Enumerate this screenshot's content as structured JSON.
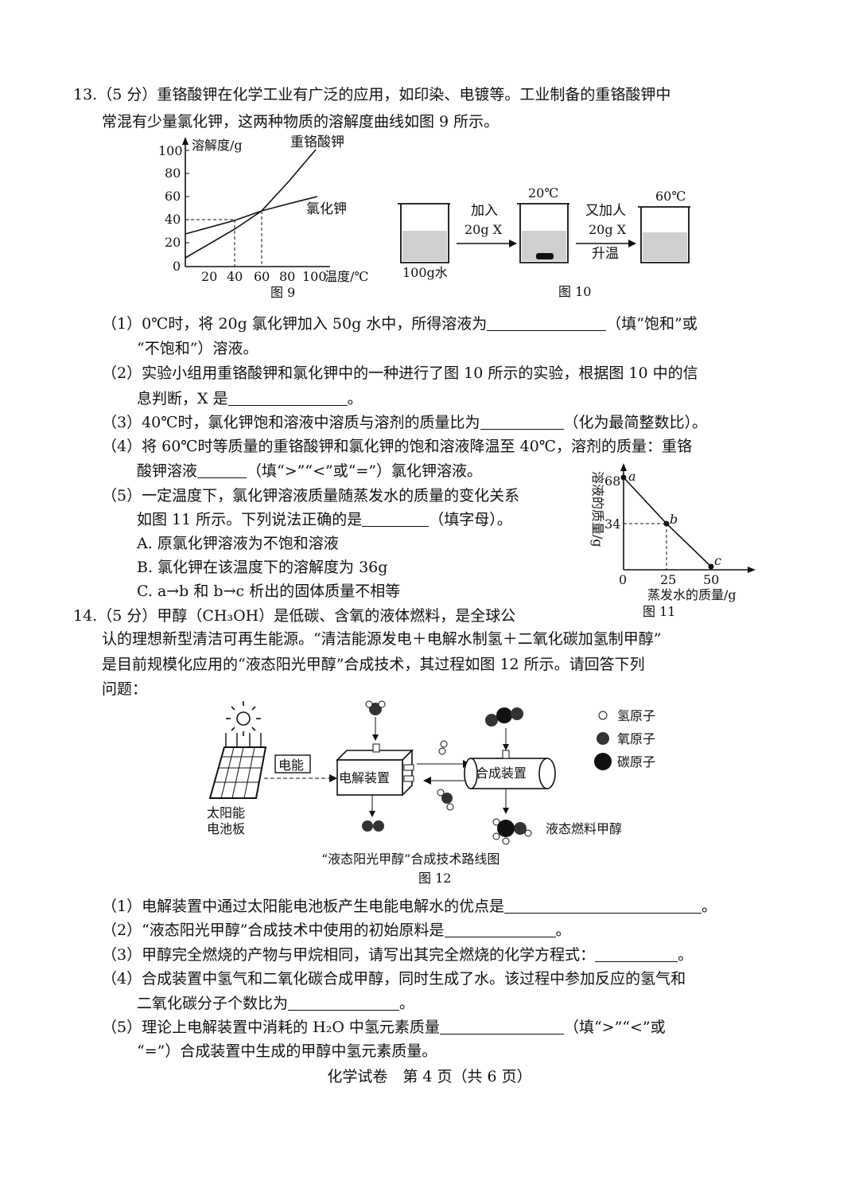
{
  "q13": {
    "stem1": "13.（5 分）重铬酸钾在化学工业有广泛的应用，如印染、电镀等。工业制备的重铬酸钾中",
    "stem2": "常混有少量氯化钾，这两种物质的溶解度曲线如图 9 所示。",
    "fig9": {
      "ylabel": "溶解度/g",
      "xlabel": "温度/℃",
      "yticks": [
        "100",
        "80",
        "60",
        "40",
        "20",
        "0"
      ],
      "xticks": [
        "20",
        "40",
        "60",
        "80",
        "100"
      ],
      "series_a": "重铬酸钾",
      "series_b": "氯化钾",
      "caption": "图 9"
    },
    "fig10": {
      "water": "100g水",
      "step1_a": "加入",
      "step1_b": "20g X",
      "temp1": "20℃",
      "step2_a": "又加人",
      "step2_b": "20g X",
      "step2_c": "升温",
      "temp2": "60℃",
      "caption": "图 10"
    },
    "fig11": {
      "ylabel": "溶液的质量/g",
      "xlabel": "蒸发水的质量/g",
      "y68": "68",
      "y34": "34",
      "x0": "0",
      "x25": "25",
      "x50": "50",
      "pa": "a",
      "pb": "b",
      "pc": "c",
      "caption": "图 11"
    },
    "p1a": "（1）0℃时，将 20g 氯化钾加入 50g 水中，所得溶液为",
    "p1b": "（填“饱和”或",
    "p1c": "“不饱和”）溶液。",
    "p2a": "（2）实验小组用重铬酸钾和氯化钾中的一种进行了图 10 所示的实验，根据图 10 中的信",
    "p2b": "息判断，X 是",
    "p2c": "。",
    "p3a": "（3）40℃时，氯化钾饱和溶液中溶质与溶剂的质量比为",
    "p3b": "（化为最简整数比）。",
    "p4a": "（4）将 60℃时等质量的重铬酸钾和氯化钾的饱和溶液降温至 40℃，溶剂的质量：重铬",
    "p4b": "酸钾溶液",
    "p4c": "（填“>”“<”或“=”）氯化钾溶液。",
    "p5a": "（5）一定温度下，氯化钾溶液质量随蒸发水的质量的变化关系",
    "p5b": "如图 11 所示。下列说法正确的是",
    "p5c": "（填字母）。",
    "optA": "A. 原氯化钾溶液为不饱和溶液",
    "optB": "B. 氯化钾在该温度下的溶解度为 36g",
    "optC": "C. a→b 和 b→c 析出的固体质量不相等"
  },
  "q14": {
    "stem1": "14.（5 分）甲醇（CH₃OH）是低碳、含氧的液体燃料，是全球公",
    "stem2": "认的理想新型清洁可再生能源。“清洁能源发电＋电解水制氢＋二氧化碳加氢制甲醇”",
    "stem3": "是目前规模化应用的“液态阳光甲醇”合成技术，其过程如图 12 所示。请回答下列",
    "stem4": "问题：",
    "fig12": {
      "panel": "太阳能",
      "panel2": "电池板",
      "energy": "电能",
      "electrolyzer": "电解装置",
      "synth": "合成装置",
      "product": "液态燃料甲醇",
      "legend_h": "氢原子",
      "legend_o": "氧原子",
      "legend_c": "碳原子",
      "title": "“液态阳光甲醇”合成技术路线图",
      "caption": "图 12"
    },
    "p1a": "（1）电解装置中通过太阳能电池板产生电能电解水的优点是",
    "p1b": "。",
    "p2a": "（2）“液态阳光甲醇”合成技术中使用的初始原料是",
    "p2b": "。",
    "p3a": "（3）甲醇完全燃烧的产物与甲烷相同，请写出其完全燃烧的化学方程式：",
    "p3b": "。",
    "p4a": "（4）合成装置中氢气和二氧化碳合成甲醇，同时生成了水。该过程中参加反应的氢气和",
    "p4b": "二氧化碳分子个数比为",
    "p4c": "。",
    "p5a": "（5）理论上电解装置中消耗的 H₂O 中氢元素质量",
    "p5b": "（填“>”“<”或",
    "p5c": "“=”）合成装置中生成的甲醇中氢元素质量。"
  },
  "footer": "化学试卷　第 4 页（共 6 页）"
}
